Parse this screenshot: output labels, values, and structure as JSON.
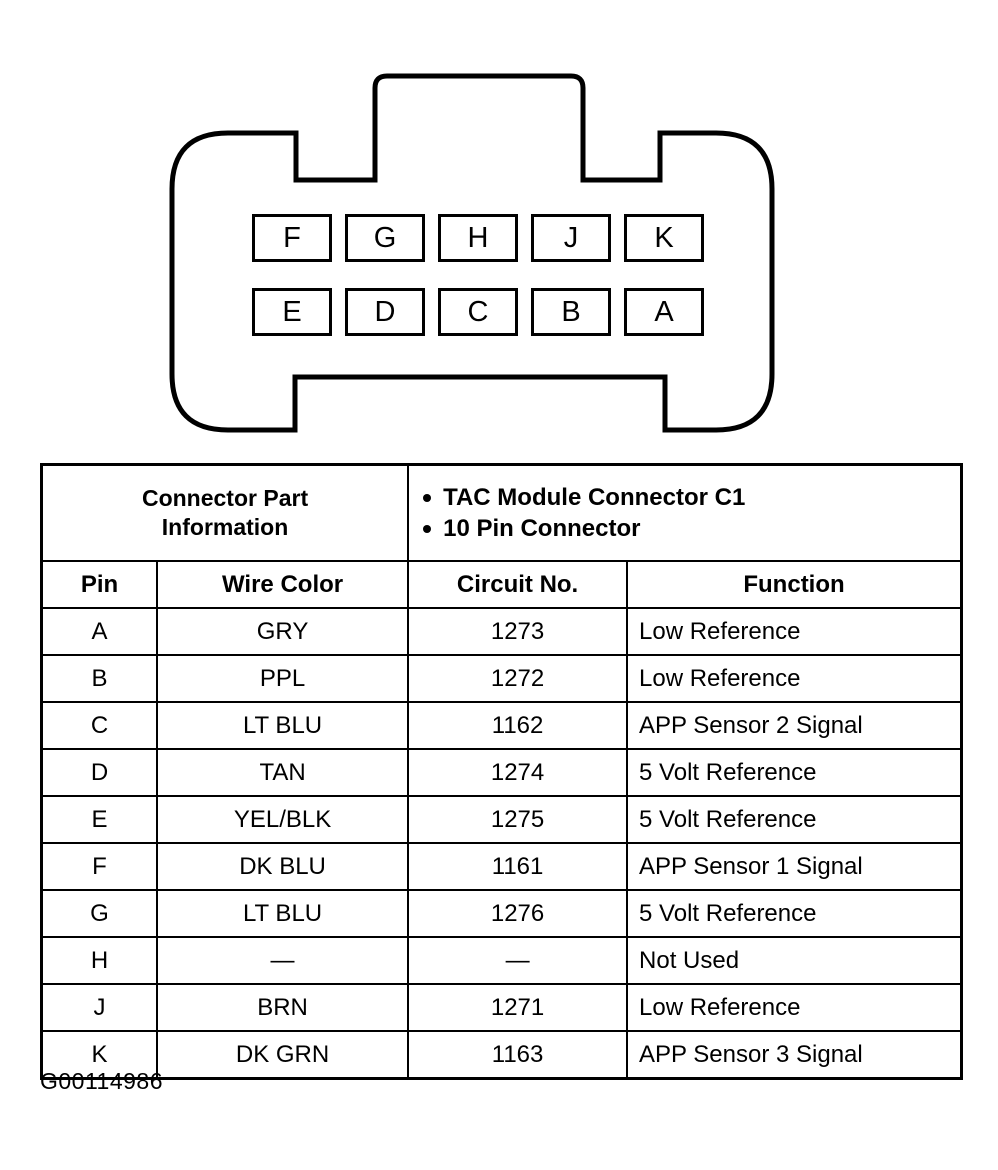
{
  "connector": {
    "name": "tac-module-connector-c1",
    "shape_description": "10-pin automotive connector face view with keying notches",
    "pin_rows": [
      [
        "F",
        "G",
        "H",
        "J",
        "K"
      ],
      [
        "E",
        "D",
        "C",
        "B",
        "A"
      ]
    ]
  },
  "table": {
    "header": {
      "part_information_label": "Connector Part\nInformation",
      "part_information_line1": "Connector Part",
      "part_information_line2": "Information",
      "info_bullets": [
        "TAC Module Connector C1",
        "10 Pin Connector"
      ]
    },
    "columns": [
      "Pin",
      "Wire Color",
      "Circuit No.",
      "Function"
    ],
    "rows": [
      {
        "pin": "A",
        "wire_color": "GRY",
        "circuit_no": "1273",
        "function": "Low Reference"
      },
      {
        "pin": "B",
        "wire_color": "PPL",
        "circuit_no": "1272",
        "function": "Low Reference"
      },
      {
        "pin": "C",
        "wire_color": "LT BLU",
        "circuit_no": "1162",
        "function": "APP Sensor 2 Signal"
      },
      {
        "pin": "D",
        "wire_color": "TAN",
        "circuit_no": "1274",
        "function": "5 Volt Reference"
      },
      {
        "pin": "E",
        "wire_color": "YEL/BLK",
        "circuit_no": "1275",
        "function": "5 Volt Reference"
      },
      {
        "pin": "F",
        "wire_color": "DK BLU",
        "circuit_no": "1161",
        "function": "APP Sensor 1 Signal"
      },
      {
        "pin": "G",
        "wire_color": "LT BLU",
        "circuit_no": "1276",
        "function": "5 Volt Reference"
      },
      {
        "pin": "H",
        "wire_color": "—",
        "circuit_no": "—",
        "function": "Not Used"
      },
      {
        "pin": "J",
        "wire_color": "BRN",
        "circuit_no": "1271",
        "function": "Low Reference"
      },
      {
        "pin": "K",
        "wire_color": "DK GRN",
        "circuit_no": "1163",
        "function": "APP Sensor 3 Signal"
      }
    ]
  },
  "caption": "G00114986",
  "colors": {
    "ink": "#000000",
    "paper": "#ffffff"
  }
}
